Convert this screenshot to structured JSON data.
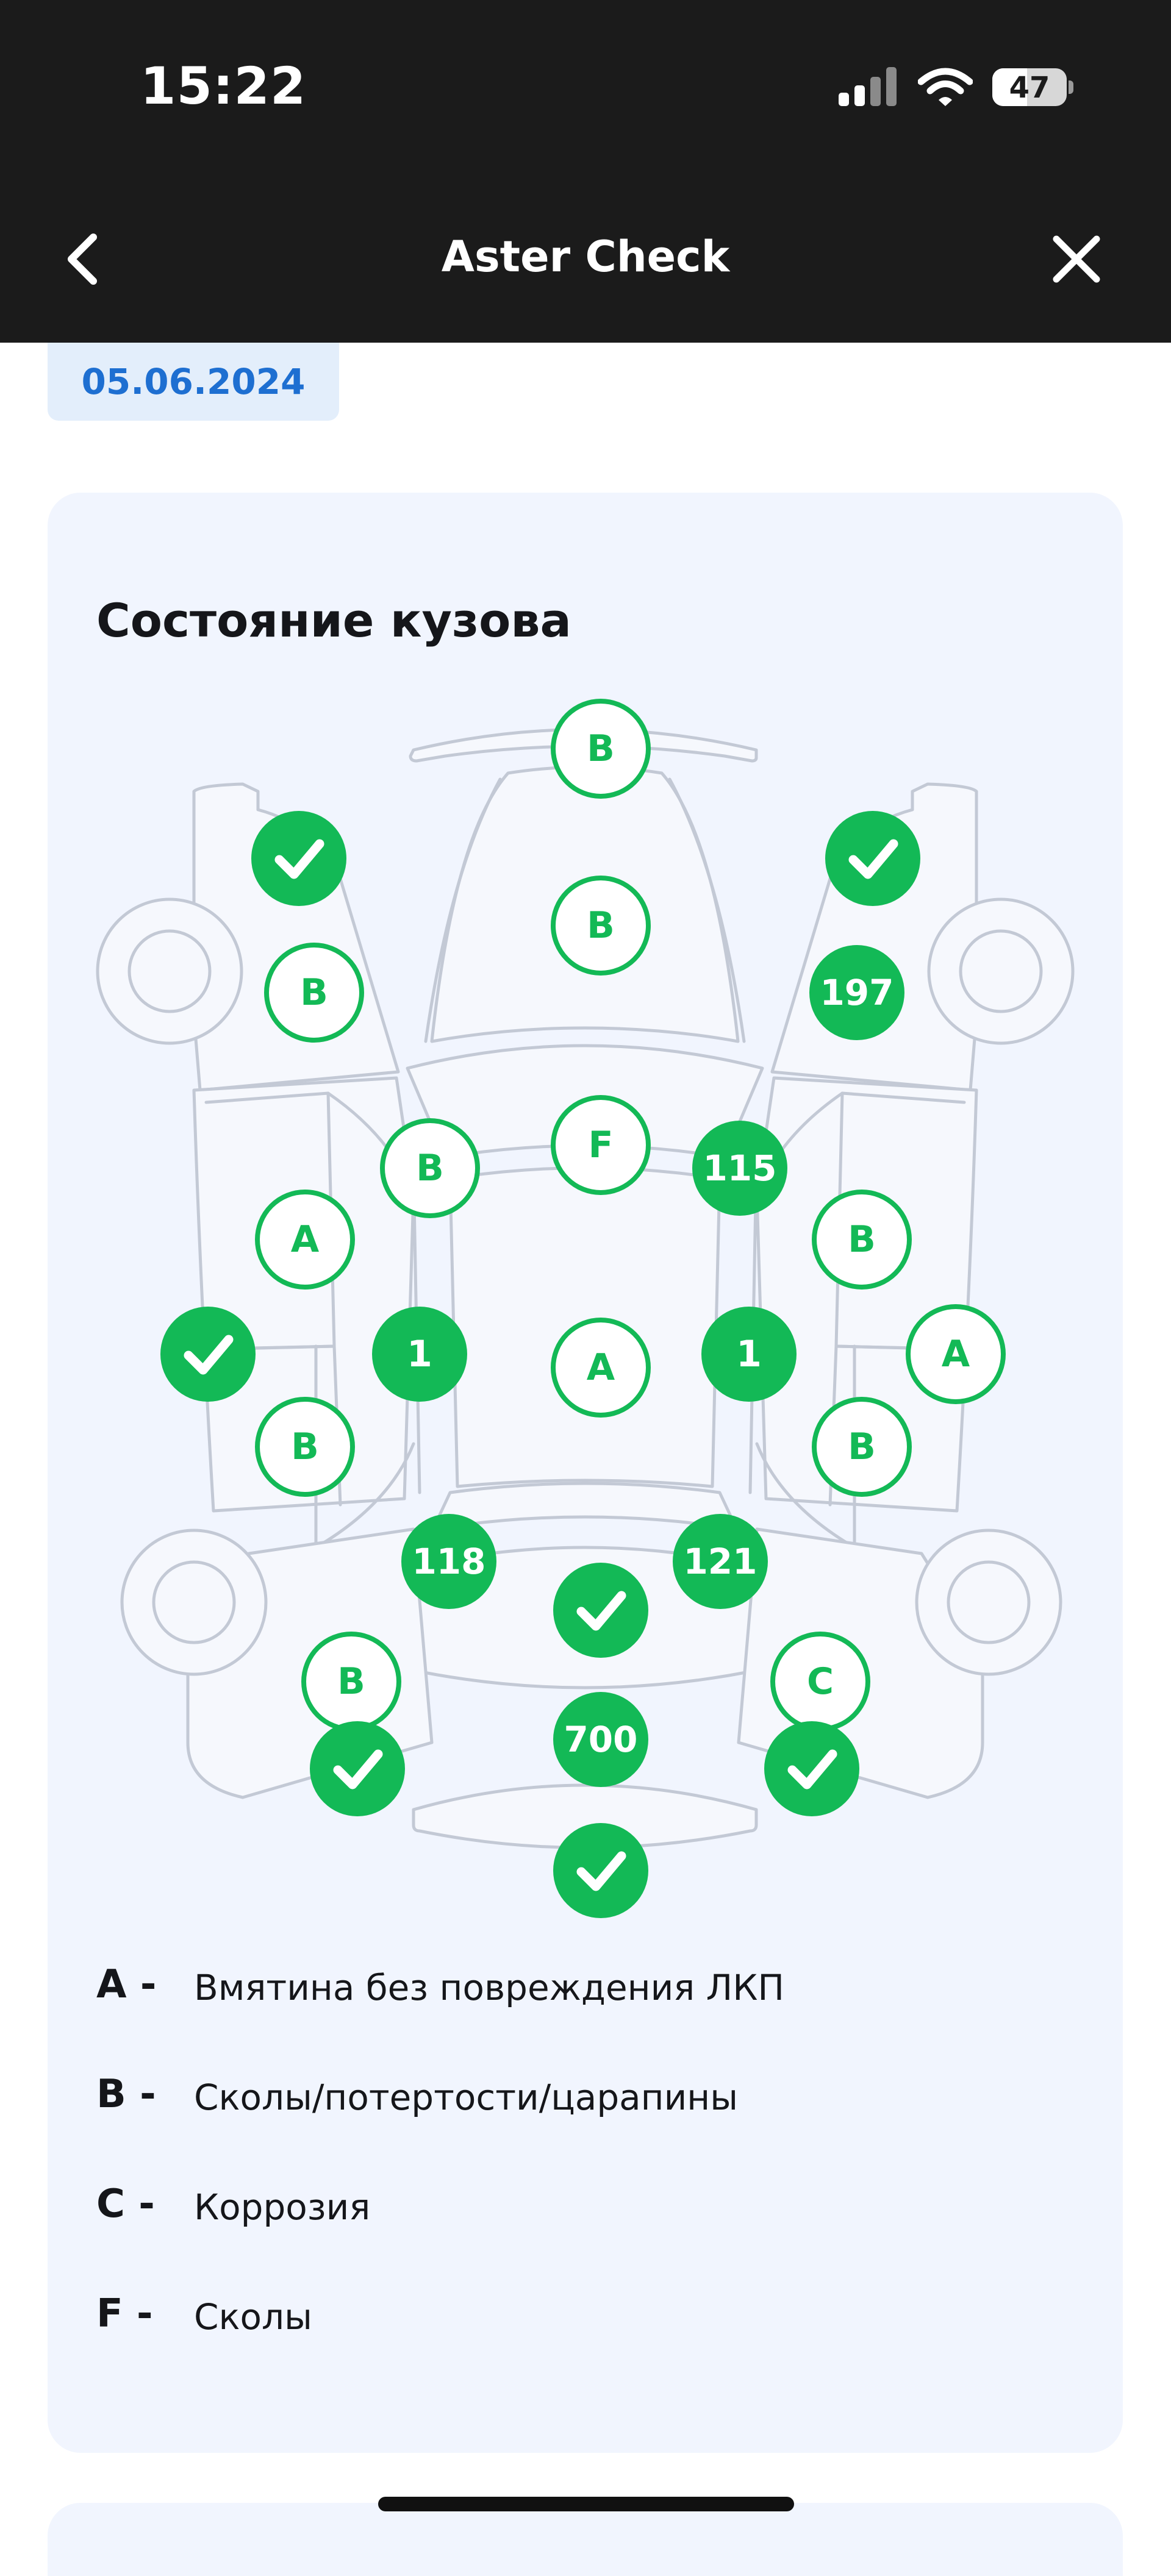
{
  "status_bar": {
    "time": "15:22",
    "battery": "47",
    "battery_level": 0.47
  },
  "nav": {
    "title": "Aster Check"
  },
  "date": "05.06.2024",
  "card": {
    "title": "Состояние кузова",
    "markers": [
      {
        "label": "B",
        "style": "outline"
      },
      {
        "label": "",
        "style": "check"
      },
      {
        "label": "",
        "style": "check"
      },
      {
        "label": "B",
        "style": "outline"
      },
      {
        "label": "B",
        "style": "outline"
      },
      {
        "label": "197",
        "style": "filled"
      },
      {
        "label": "B",
        "style": "outline"
      },
      {
        "label": "F",
        "style": "outline"
      },
      {
        "label": "115",
        "style": "filled"
      },
      {
        "label": "A",
        "style": "outline"
      },
      {
        "label": "B",
        "style": "outline"
      },
      {
        "label": "",
        "style": "check"
      },
      {
        "label": "1",
        "style": "filled"
      },
      {
        "label": "A",
        "style": "outline"
      },
      {
        "label": "1",
        "style": "filled"
      },
      {
        "label": "A",
        "style": "outline"
      },
      {
        "label": "B",
        "style": "outline"
      },
      {
        "label": "B",
        "style": "outline"
      },
      {
        "label": "118",
        "style": "filled"
      },
      {
        "label": "121",
        "style": "filled"
      },
      {
        "label": "",
        "style": "check"
      },
      {
        "label": "B",
        "style": "outline"
      },
      {
        "label": "C",
        "style": "outline"
      },
      {
        "label": "700",
        "style": "filled"
      },
      {
        "label": "",
        "style": "check"
      },
      {
        "label": "",
        "style": "check"
      },
      {
        "label": "",
        "style": "check"
      }
    ],
    "legend": [
      {
        "code": "A -",
        "text": "Вмятина без повреждения ЛКП"
      },
      {
        "code": "B -",
        "text": "Сколы/потертости/царапины"
      },
      {
        "code": "C -",
        "text": "Коррозия"
      },
      {
        "code": "F -",
        "text": "Сколы"
      }
    ]
  },
  "colors": {
    "accent_green": "#13b956",
    "topbar": "#1b1b1b",
    "date_text": "#1e6fd1",
    "card_bg": "#f1f5fe",
    "outline": "#c3c9d5"
  },
  "icons": {
    "back": "chevron-left-icon",
    "close": "close-icon",
    "check": "checkmark-icon",
    "signal": "signal-icon",
    "wifi": "wifi-icon",
    "battery": "battery-icon"
  }
}
